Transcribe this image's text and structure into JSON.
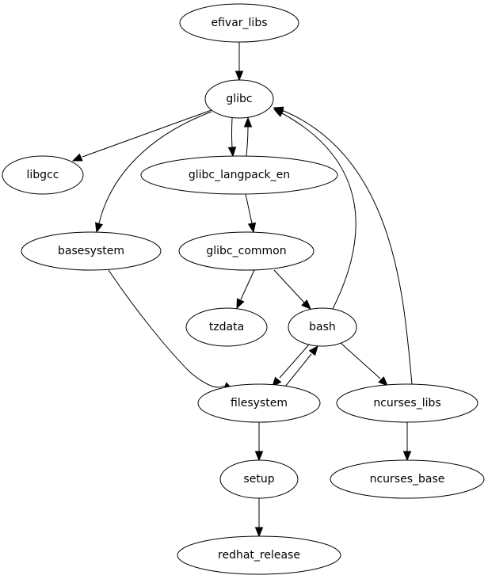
{
  "diagram": {
    "type": "directed-graph",
    "nodes": [
      {
        "id": "efivar_libs",
        "label": "efivar_libs"
      },
      {
        "id": "glibc",
        "label": "glibc"
      },
      {
        "id": "libgcc",
        "label": "libgcc"
      },
      {
        "id": "glibc_langpack_en",
        "label": "glibc_langpack_en"
      },
      {
        "id": "basesystem",
        "label": "basesystem"
      },
      {
        "id": "glibc_common",
        "label": "glibc_common"
      },
      {
        "id": "tzdata",
        "label": "tzdata"
      },
      {
        "id": "bash",
        "label": "bash"
      },
      {
        "id": "filesystem",
        "label": "filesystem"
      },
      {
        "id": "ncurses_libs",
        "label": "ncurses_libs"
      },
      {
        "id": "setup",
        "label": "setup"
      },
      {
        "id": "ncurses_base",
        "label": "ncurses_base"
      },
      {
        "id": "redhat_release",
        "label": "redhat_release"
      }
    ],
    "edges": [
      {
        "from": "efivar_libs",
        "to": "glibc"
      },
      {
        "from": "glibc",
        "to": "libgcc"
      },
      {
        "from": "glibc",
        "to": "glibc_langpack_en"
      },
      {
        "from": "glibc_langpack_en",
        "to": "glibc"
      },
      {
        "from": "glibc",
        "to": "basesystem"
      },
      {
        "from": "glibc_langpack_en",
        "to": "glibc_common"
      },
      {
        "from": "glibc_common",
        "to": "tzdata"
      },
      {
        "from": "glibc_common",
        "to": "bash"
      },
      {
        "from": "bash",
        "to": "glibc"
      },
      {
        "from": "ncurses_libs",
        "to": "glibc"
      },
      {
        "from": "basesystem",
        "to": "filesystem"
      },
      {
        "from": "bash",
        "to": "filesystem"
      },
      {
        "from": "filesystem",
        "to": "bash"
      },
      {
        "from": "bash",
        "to": "ncurses_libs"
      },
      {
        "from": "filesystem",
        "to": "setup"
      },
      {
        "from": "ncurses_libs",
        "to": "ncurses_base"
      },
      {
        "from": "setup",
        "to": "redhat_release"
      }
    ]
  }
}
